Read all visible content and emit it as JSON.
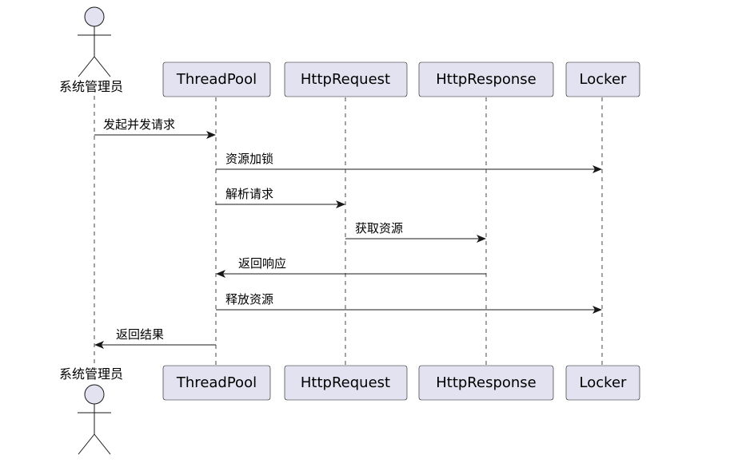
{
  "actor": {
    "name": "系统管理员",
    "icon": "stick-figure-actor-icon"
  },
  "participants": [
    {
      "id": "threadpool",
      "label": "ThreadPool"
    },
    {
      "id": "httprequest",
      "label": "HttpRequest"
    },
    {
      "id": "httpresponse",
      "label": "HttpResponse"
    },
    {
      "id": "locker",
      "label": "Locker"
    }
  ],
  "messages": [
    {
      "from": "actor",
      "to": "threadpool",
      "label": "发起并发请求"
    },
    {
      "from": "threadpool",
      "to": "locker",
      "label": "资源加锁"
    },
    {
      "from": "threadpool",
      "to": "httprequest",
      "label": "解析请求"
    },
    {
      "from": "httprequest",
      "to": "httpresponse",
      "label": "获取资源"
    },
    {
      "from": "httpresponse",
      "to": "threadpool",
      "label": "返回响应"
    },
    {
      "from": "threadpool",
      "to": "locker",
      "label": "释放资源"
    },
    {
      "from": "threadpool",
      "to": "actor",
      "label": "返回结果"
    }
  ],
  "colors": {
    "participant_fill": "#e2e2f0",
    "stroke": "#181818",
    "background": "#ffffff"
  }
}
